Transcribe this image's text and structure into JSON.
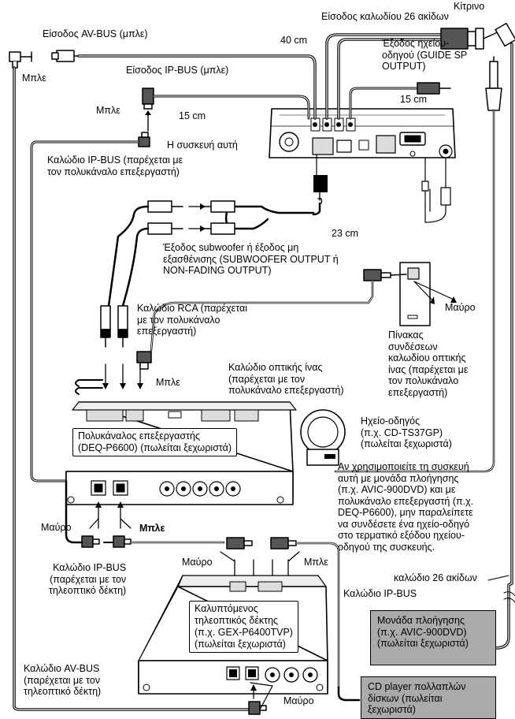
{
  "labels": {
    "in_26pin": "Είσοδος καλωδίου 26 ακίδων",
    "yellow": "Κίτρινο",
    "av_bus_in": "Είσοδος AV-BUS (μπλε)",
    "len_40": "40 cm",
    "guide_sp": [
      "Έξοδος ηχείου-",
      "οδηγού (GUIDE SP",
      "OUTPUT)"
    ],
    "blue_left": "Μπλε",
    "ip_bus_in": "Είσοδος IP-BUS (μπλε)",
    "len_15a": "15 cm",
    "len_15b": "15 cm",
    "blue_mid": "Μπλε",
    "this_unit": "Η συσκευή αυτή",
    "ip_bus_cable_top": [
      "Καλώδιο IP-BUS (παρέχεται με",
      "τον πολυκάναλο επεξεργαστή)"
    ],
    "len_23": "23 cm",
    "sub_out": [
      "Έξοδος subwoofer ή έξοδος μη",
      "εξασθένισης (SUBWOOFER OUTPUT ή",
      "NON-FADING OUTPUT)"
    ],
    "black_right": "Μαύρο",
    "rca_cable": [
      "Καλώδιο RCA (παρέχεται",
      "με τον πολυκάναλο",
      "επεξεργαστή)"
    ],
    "fiber_panel": [
      "Πίνακας",
      "συνδέσεων",
      "καλωδίου οπτικής",
      "ίνας (παρέχεται με",
      "τον πολυκάναλο",
      "επεξεργαστή)"
    ],
    "fiber_cable": [
      "Καλώδιο οπτικής ίνας",
      "(παρέχεται με τον",
      "πολυκάναλο επεξεργαστή)"
    ],
    "blue_proc": "Μπλε",
    "processor": [
      "Πολυκάναλος επεξεργαστής",
      "(DEQ-P6600) (πωλείται ξεχωριστά)"
    ],
    "guide_speaker": [
      "Ηχείο-οδηγός",
      "(π.χ. CD-TS37GP)",
      "(πωλείται ξεχωριστά)"
    ],
    "note": [
      "Αν χρησιμοποιείτε τη συσκευή",
      "αυτή με μονάδα πλοήγησης",
      "(π.χ. AVIC-900DVD) και με",
      "πολυκάναλο επεξεργαστή (π.χ.",
      "DEQ-P6600), μην παραλείπετε",
      "να συνδέσετε ένα ηχείο-οδηγό",
      "στο τερματικό εξόδου ηχείου-",
      "οδηγού της συσκευής."
    ],
    "black_proc": "Μαύρο",
    "blue_proc_bold": "Μπλε",
    "black_tv": "Μαύρο",
    "blue_tv": "Μπλε",
    "ip_bus_tv": [
      "Καλώδιο IP-BUS",
      "(παρέχεται με τον",
      "τηλεοπτικό δέκτη)"
    ],
    "cable_26": "καλώδιο 26 ακίδων",
    "ip_bus_bottom": "Καλώδιο IP-BUS",
    "tv_tuner": [
      "Καλυπτόμενος",
      "τηλεοπτικός δέκτης",
      "(π.χ. GEX-P6400TVP)",
      "(πωλείται ξεχωριστά)"
    ],
    "nav_unit": [
      "Μονάδα πλοήγησης",
      "(π.χ. AVIC-900DVD)",
      "(πωλείται ξεχωριστά)"
    ],
    "av_bus_cable": [
      "Καλώδιο AV-BUS",
      "(παρέχεται με τον",
      "τηλεοπτικό δέκτη)"
    ],
    "cd_player": [
      "CD player πολλαπλών",
      "δίσκων (πωλείται",
      "ξεχωριστά)"
    ],
    "black_bottom": "Μαύρο"
  }
}
